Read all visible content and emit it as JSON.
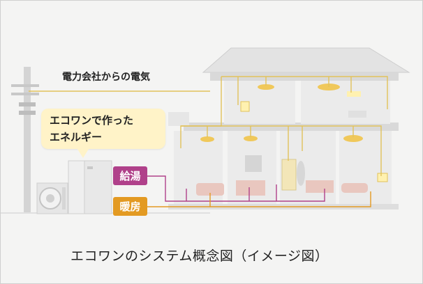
{
  "power_label": "電力会社からの電気",
  "bubble": {
    "line1": "エコワンで作った",
    "line2": "エネルギー"
  },
  "tags": {
    "hot_water": "給湯",
    "heating": "暖房"
  },
  "caption": "エコワンのシステム概念図（イメージ図）",
  "colors": {
    "power_line": "#e2c25a",
    "hot_water_line": "#b0418a",
    "heating_line": "#e39a22",
    "bubble": "#fff3c8",
    "light_glow": "#f6d98a"
  }
}
